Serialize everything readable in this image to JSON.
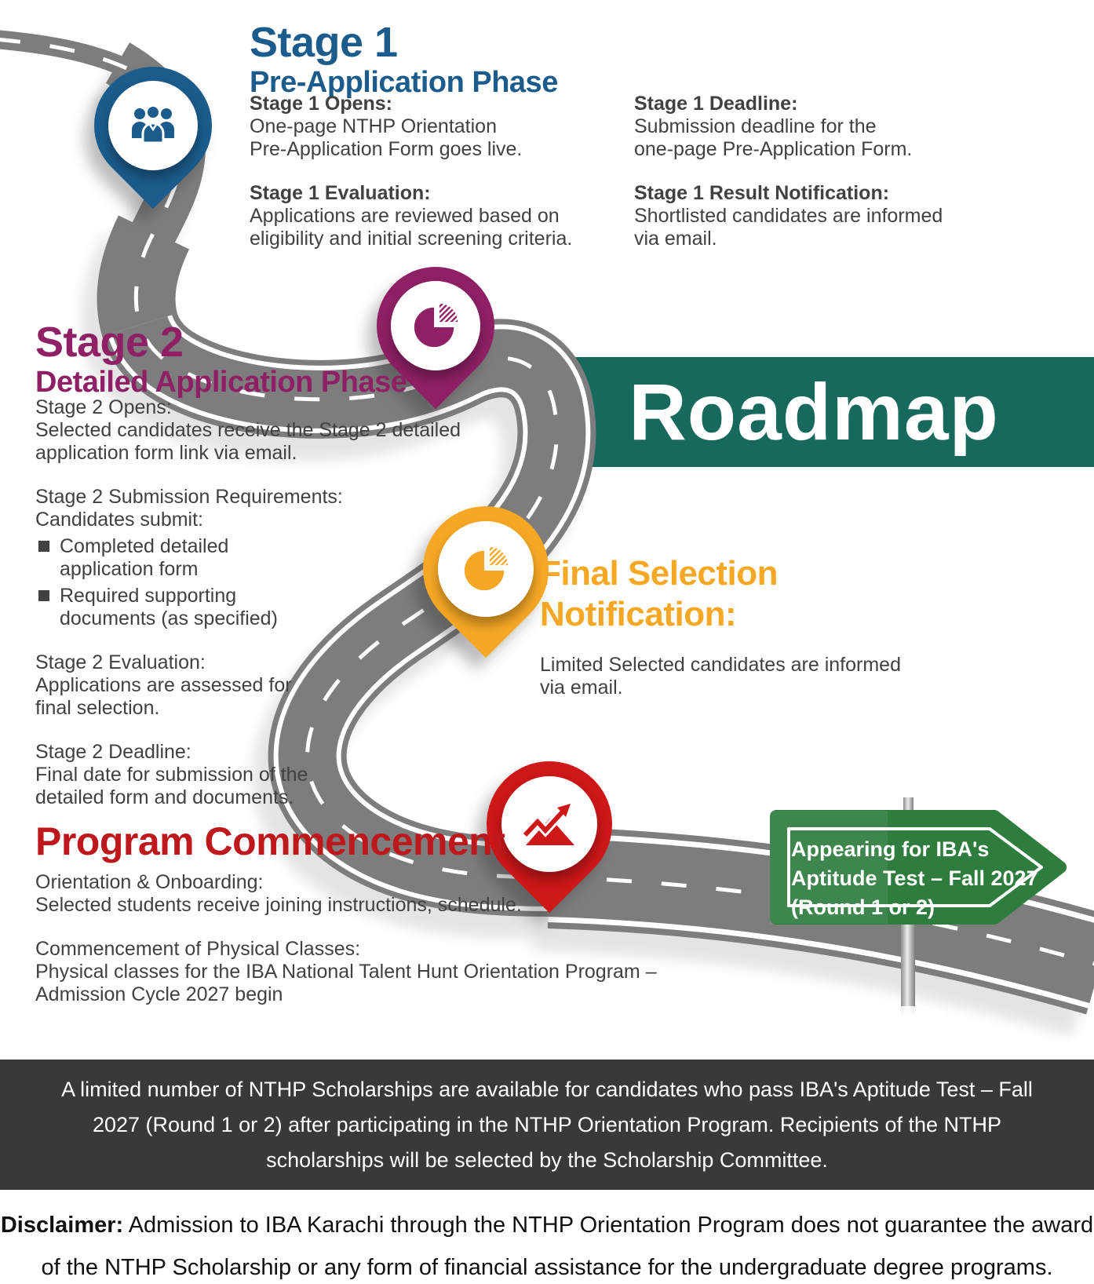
{
  "banner": {
    "title": "Roadmap"
  },
  "stage1": {
    "title": "Stage 1",
    "subtitle": "Pre-Application Phase",
    "col_left": [
      {
        "label": "Stage 1 Opens:",
        "body": [
          "One-page NTHP Orientation",
          "Pre-Application Form goes live."
        ]
      },
      {
        "label": "Stage 1 Evaluation:",
        "body": [
          "Applications are reviewed based on",
          "eligibility and initial screening criteria."
        ]
      }
    ],
    "col_right": [
      {
        "label": "Stage 1 Deadline:",
        "body": [
          "Submission deadline for the",
          "one-page Pre-Application Form."
        ]
      },
      {
        "label": "Stage 1 Result Notification:",
        "body": [
          "Shortlisted candidates are informed",
          "via email."
        ]
      }
    ]
  },
  "stage2": {
    "title": "Stage 2",
    "subtitle": "Detailed Application Phase",
    "opens_label": "Stage 2 Opens:",
    "opens_body": [
      "Selected candidates receive the Stage 2 detailed",
      "application form link via email."
    ],
    "requirements_label": "Stage 2 Submission Requirements:",
    "requirements_sub": "Candidates submit:",
    "bullets": [
      [
        "Completed detailed",
        "application form"
      ],
      [
        "Required supporting",
        "documents (as specified)"
      ]
    ],
    "evaluation_label": "Stage 2 Evaluation:",
    "evaluation_body": [
      "Applications are assessed for",
      "final selection."
    ],
    "deadline_label": "Stage 2 Deadline:",
    "deadline_body": [
      "Final date for submission of the",
      "detailed form and documents."
    ]
  },
  "final_selection": {
    "title": [
      "Final Selection",
      "Notification:"
    ],
    "body": [
      "Limited Selected candidates are informed",
      "via email."
    ]
  },
  "program": {
    "title": "Program Commencement",
    "blocks": [
      {
        "label": "Orientation & Onboarding:",
        "body": [
          "Selected students receive joining instructions, schedule."
        ]
      },
      {
        "label": "Commencement of Physical Classes:",
        "body": [
          "Physical classes for the IBA National Talent Hunt Orientation Program –",
          "Admission Cycle 2027 begin"
        ]
      }
    ]
  },
  "sign": {
    "lines": [
      "Appearing for IBA's",
      "Aptitude Test – Fall 2027",
      "(Round 1 or 2)"
    ]
  },
  "footer": {
    "note": [
      "A limited number of NTHP Scholarships are available for candidates who pass IBA's Aptitude Test – Fall",
      "2027 (Round 1 or 2) after participating in the NTHP Orientation Program. Recipients of the NTHP",
      "scholarships will be selected by the Scholarship Committee."
    ]
  },
  "disclaimer": {
    "label": "Disclaimer:",
    "line1": "Admission to IBA Karachi through the NTHP Orientation Program does not guarantee the award",
    "line2": "of the NTHP Scholarship or any form of financial assistance for the undergraduate degree programs."
  },
  "colors": {
    "stage1_blue": "#1b5c8c",
    "stage2_purple": "#8f2066",
    "final_yellow": "#f6a825",
    "program_red": "#bf181c",
    "pin_red": "#cd1719",
    "banner_teal": "#17695d",
    "sign_green": "#2e7c3e",
    "road_gray": "#7d7d7d",
    "footer_bg": "#39383a",
    "body_text": "#414042"
  }
}
